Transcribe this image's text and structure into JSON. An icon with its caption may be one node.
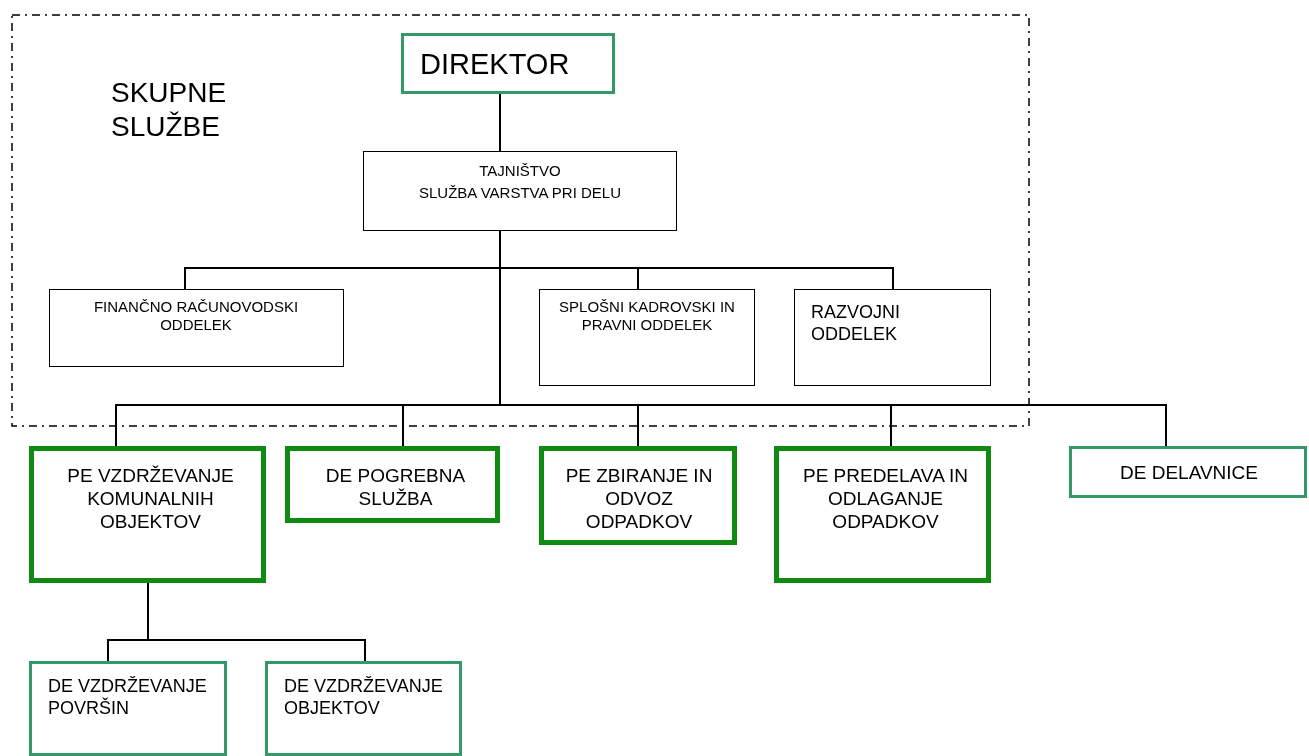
{
  "diagram": {
    "nodes": [
      {
        "text": [
          "SKUPNE SLUŽBE"
        ]
      },
      {
        "text": [
          "DIREKTOR"
        ],
        "in": 0
      },
      {
        "text": [
          "TAJNIŠTVO",
          "SLUŽBA VARSTVA PRI DELU"
        ],
        "in": 0
      },
      {
        "text": [
          "FINANČNO RAČUNOVODSKI ODDELEK"
        ],
        "in": 0
      },
      {
        "text": [
          "SPLOŠNI KADROVSKI IN PRAVNI ODDELEK"
        ],
        "in": 0
      },
      {
        "text": [
          "RAZVOJNI ODDELEK"
        ],
        "in": 0
      },
      {
        "text": [
          "PE VZDRŽEVANJE KOMUNALNIH OBJEKTOV"
        ]
      },
      {
        "text": [
          "DE POGREBNA SLUŽBA"
        ]
      },
      {
        "text": [
          "PE ZBIRANJE IN ODVOZ ODPADKOV"
        ]
      },
      {
        "text": [
          "PE PREDELAVA IN ODLAGANJE ODPADKOV"
        ]
      },
      {
        "text": [
          "DE DELAVNICE"
        ]
      },
      {
        "text": [
          "DE VZDRŽEVANJE POVRŠIN"
        ]
      },
      {
        "text": [
          "DE VZDRŽEVANJE OBJEKTOV"
        ]
      }
    ],
    "edges": [
      {
        "from": 1,
        "to": 2,
        "arrow": "none"
      },
      {
        "from": 2,
        "to": 3,
        "arrow": "none"
      },
      {
        "from": 2,
        "to": 4,
        "arrow": "none"
      },
      {
        "from": 2,
        "to": 5,
        "arrow": "none"
      },
      {
        "from": 2,
        "to": 6,
        "arrow": "none"
      },
      {
        "from": 2,
        "to": 7,
        "arrow": "none"
      },
      {
        "from": 2,
        "to": 8,
        "arrow": "none"
      },
      {
        "from": 2,
        "to": 9,
        "arrow": "none"
      },
      {
        "from": 2,
        "to": 10,
        "arrow": "none"
      },
      {
        "from": 6,
        "to": 11,
        "arrow": "none"
      },
      {
        "from": 6,
        "to": 12,
        "arrow": "none"
      }
    ]
  }
}
